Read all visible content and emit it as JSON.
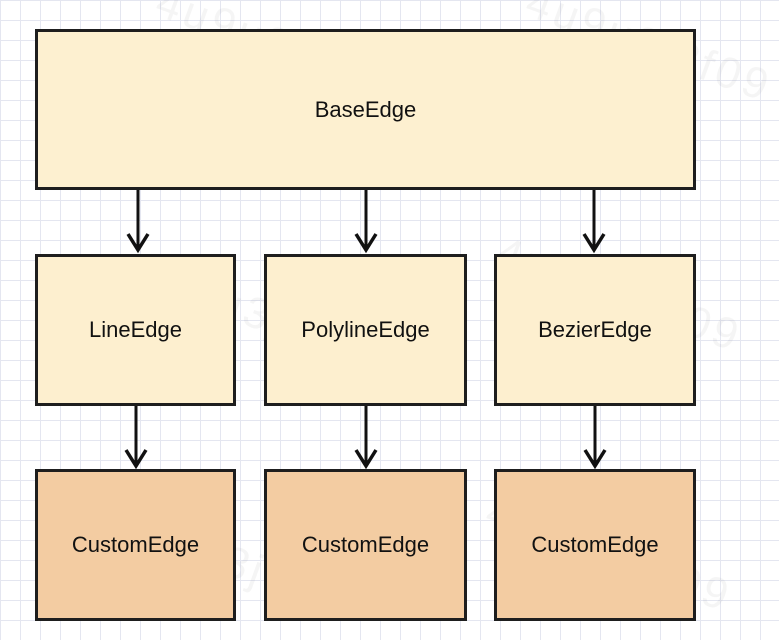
{
  "diagram": {
    "watermark_text": "4u9u3j8f09",
    "colors": {
      "base_fill": "#fdf0d0",
      "mid_fill": "#fdefcf",
      "leaf_fill": "#f3cca2",
      "border": "#1e1e1e",
      "grid": "#e4e6f0"
    },
    "nodes": {
      "base": {
        "label": "BaseEdge"
      },
      "line": {
        "label": "LineEdge"
      },
      "polyline": {
        "label": "PolylineEdge"
      },
      "bezier": {
        "label": "BezierEdge"
      },
      "custom_line": {
        "label": "CustomEdge"
      },
      "custom_polyline": {
        "label": "CustomEdge"
      },
      "custom_bezier": {
        "label": "CustomEdge"
      }
    },
    "edges": [
      {
        "from": "base",
        "to": "line"
      },
      {
        "from": "base",
        "to": "polyline"
      },
      {
        "from": "base",
        "to": "bezier"
      },
      {
        "from": "line",
        "to": "custom_line"
      },
      {
        "from": "polyline",
        "to": "custom_polyline"
      },
      {
        "from": "bezier",
        "to": "custom_bezier"
      }
    ]
  }
}
